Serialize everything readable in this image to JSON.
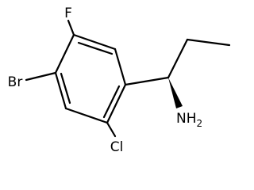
{
  "molecule": {
    "atoms": {
      "fluorine": "F",
      "bromine": "Br",
      "chlorine": "Cl",
      "amine_n": "N",
      "amine_h": "H",
      "amine_h_count": "2"
    },
    "colors": {
      "bond": "#000000",
      "label": "#000000",
      "background": "#ffffff"
    }
  }
}
